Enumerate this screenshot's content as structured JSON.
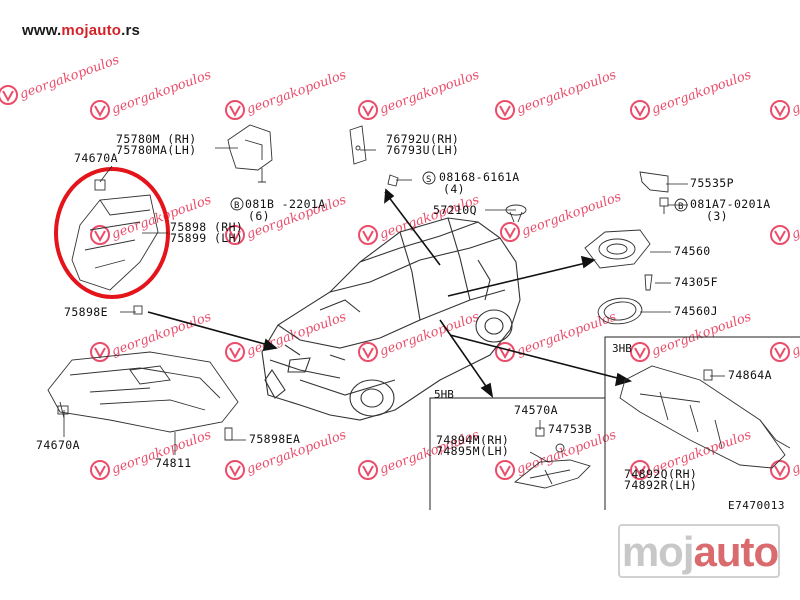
{
  "site": {
    "url_prefix": "www.",
    "url_brand": "mojauto",
    "url_suffix": ".rs"
  },
  "diagram_code": "E7470013",
  "watermark": {
    "text": "georgakopoulos"
  },
  "logo": {
    "part_a": "moj",
    "part_b": "auto"
  },
  "colors": {
    "highlight_circle": "#e4141b",
    "watermark": "#e8395a",
    "logo_red": "#d96a6e",
    "logo_grey": "#c8c8c8"
  },
  "sections": {
    "hb5": "5HB",
    "hb3": "3HB"
  },
  "labels": {
    "p74670a_top": "74670A",
    "p75780": "75780M (RH)\n75780MA(LH)",
    "p081b": "081B -2201A",
    "p081b_qty": "(6)",
    "p75898": "75898 (RH)\n75899 (LH)",
    "p75898e": "75898E",
    "p76792": "76792U(RH)\n76793U(LH)",
    "p08168": "08168-6161A",
    "p08168_qty": "(4)",
    "p57210": "57210Q",
    "p75535": "75535P",
    "p081a7": "081A7-0201A",
    "p081a7_qty": "(3)",
    "p74560": "74560",
    "p74305f": "74305F",
    "p74560j": "74560J",
    "p74670a_bot": "74670A",
    "p74811": "74811",
    "p75898ea": "75898EA",
    "p74570a": "74570A",
    "p74753b": "74753B",
    "p74894": "74894M(RH)\n74895M(LH)",
    "p74864a": "74864A",
    "p74892": "74892Q(RH)\n74892R(LH)",
    "circle_s": "S",
    "circle_b": "B"
  }
}
